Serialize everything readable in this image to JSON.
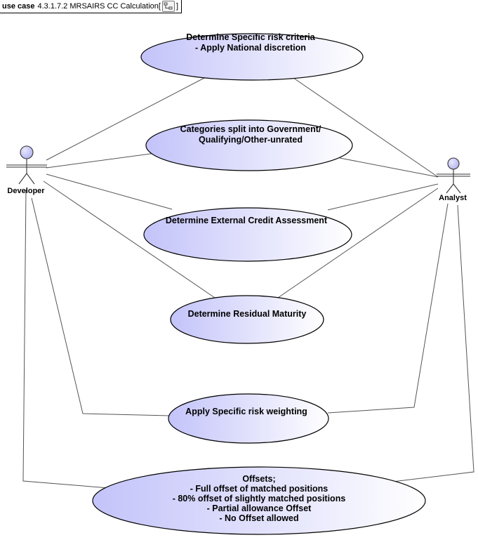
{
  "frame": {
    "keyword": "use case",
    "name": "4.3.1.7.2 MRSAIRS CC Calculation[",
    "suffix": "]",
    "icon": "diagram-icon"
  },
  "colors": {
    "ellipse_fill_dark": "#c3c3fa",
    "ellipse_fill_light": "#ffffff",
    "outline": "#000000",
    "actor_head": "#c8c8f5"
  },
  "actors": [
    {
      "id": "developer",
      "label": "Developer"
    },
    {
      "id": "analyst",
      "label": "Analyst"
    }
  ],
  "use_cases": [
    {
      "id": "uc1",
      "lines": [
        "Determine Specific risk criteria",
        "- Apply National discretion"
      ]
    },
    {
      "id": "uc2",
      "lines": [
        "Categories split into Government/",
        "Qualifying/Other-unrated"
      ]
    },
    {
      "id": "uc3",
      "lines": [
        "Determine External Credit Assessment"
      ]
    },
    {
      "id": "uc4",
      "lines": [
        "Determine Residual Maturity"
      ]
    },
    {
      "id": "uc5",
      "lines": [
        "Apply Specific risk weighting"
      ]
    },
    {
      "id": "uc6",
      "lines": [
        "Offsets;",
        "- Full offset of matched positions",
        "- 80% offset of slightly matched positions",
        "- Partial allowance Offset",
        "- No Offset allowed"
      ]
    }
  ]
}
